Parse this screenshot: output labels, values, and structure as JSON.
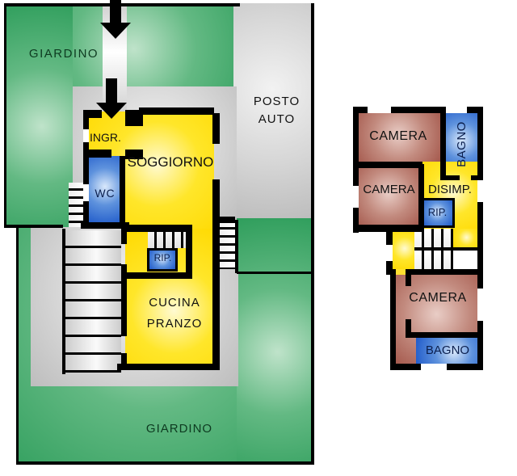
{
  "palette": {
    "wall": "#000000",
    "garden_green": "#2f9e5c",
    "paving_gray": "#c9c9c9",
    "room_yellow": "#ffd900",
    "room_blue": "#1d58c9",
    "room_red": "#a3564a"
  },
  "ground_floor": {
    "garden_top": "GIARDINO",
    "garden_bottom": "GIARDINO",
    "carport_line1": "POSTO",
    "carport_line2": "AUTO",
    "entrance": "INGR.",
    "living_room": "SOGGIORNO",
    "wc": "WC",
    "storage": "RIP.",
    "kitchen_line1": "CUCINA",
    "kitchen_line2": "PRANZO"
  },
  "first_floor": {
    "bedroom_top": "CAMERA",
    "bathroom_top": "BAGNO",
    "bedroom_mid": "CAMERA",
    "hallway": "DISIMP.",
    "storage": "RIP.",
    "bedroom_bottom": "CAMERA",
    "bathroom_bottom": "BAGNO"
  }
}
